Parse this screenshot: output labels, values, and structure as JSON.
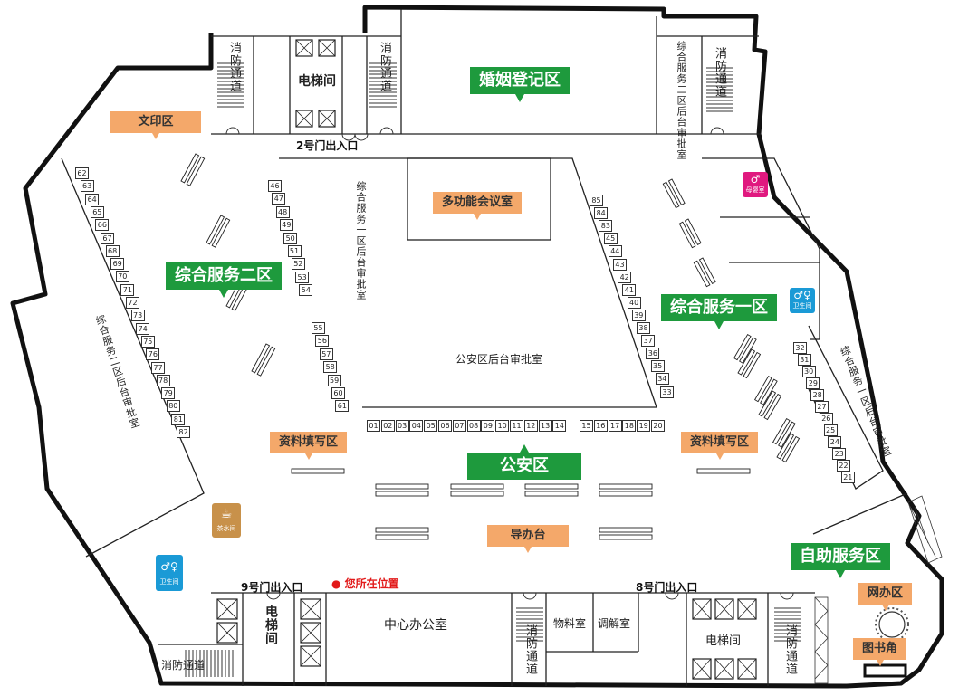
{
  "zones": {
    "marriage": "婚姻登记区",
    "service_two": "综合服务二区",
    "service_one": "综合服务一区",
    "police": "公安区",
    "self_service": "自助服务区"
  },
  "areas": {
    "print": "文印区",
    "meeting": "多功能会议室",
    "form_left": "资料填写区",
    "form_right": "资料填写区",
    "guide_desk": "导办台",
    "web_office": "网办区",
    "library": "图书角"
  },
  "rooms": {
    "elevator_top": "电梯间",
    "elevator_bottom_left": "电梯间",
    "elevator_bottom_right": "电梯间",
    "police_backroom": "公安区后台审批室",
    "center_office": "中心办公室",
    "materials": "物料室",
    "mediation": "调解室",
    "fire_exit": "消防通道",
    "back_two": "综合服务二区后台审批室",
    "back_one": "综合服务一区后台审批室",
    "back_one_top": "综合服务一区后台审批室",
    "back_two_top": "综合服务二区后台审批室"
  },
  "doors": {
    "door2": "2号门出入口",
    "door9": "9号门出入口",
    "door8": "8号门出入口"
  },
  "you_are_here": "您所在位置",
  "icons": {
    "mother_room": "母婴室",
    "restroom": "卫生间",
    "tea_room": "茶水间"
  },
  "windows": {
    "left_column": [
      "62",
      "63",
      "64",
      "65",
      "66",
      "67",
      "68",
      "69",
      "70",
      "71",
      "72",
      "73",
      "74",
      "75",
      "76",
      "77",
      "78",
      "79",
      "80",
      "81",
      "82"
    ],
    "upper_mid_left": [
      "46",
      "47",
      "48",
      "49",
      "50",
      "51",
      "52",
      "53",
      "54"
    ],
    "lower_mid_left": [
      "55",
      "56",
      "57",
      "58",
      "59",
      "60",
      "61"
    ],
    "mid_right": [
      "85",
      "84",
      "83",
      "45",
      "44",
      "43",
      "42",
      "41",
      "40",
      "39",
      "38",
      "37",
      "36",
      "35",
      "34",
      "33"
    ],
    "police_row_left": [
      "01",
      "02",
      "03",
      "04",
      "05",
      "06",
      "07",
      "08",
      "09",
      "10",
      "11",
      "12",
      "13",
      "14"
    ],
    "police_row_right": [
      "15",
      "16",
      "17",
      "18",
      "19",
      "20"
    ],
    "right_column": [
      "32",
      "31",
      "30",
      "29",
      "28",
      "27",
      "26",
      "25",
      "24",
      "23",
      "22",
      "21"
    ]
  },
  "colors": {
    "zone_green": "#1e9a3d",
    "area_orange": "#f4a86a",
    "you_are_here_red": "#e21a1a",
    "mother_room_pink": "#e0197f",
    "restroom_blue": "#1a9ad6",
    "tea_room_brown": "#c8914a"
  }
}
